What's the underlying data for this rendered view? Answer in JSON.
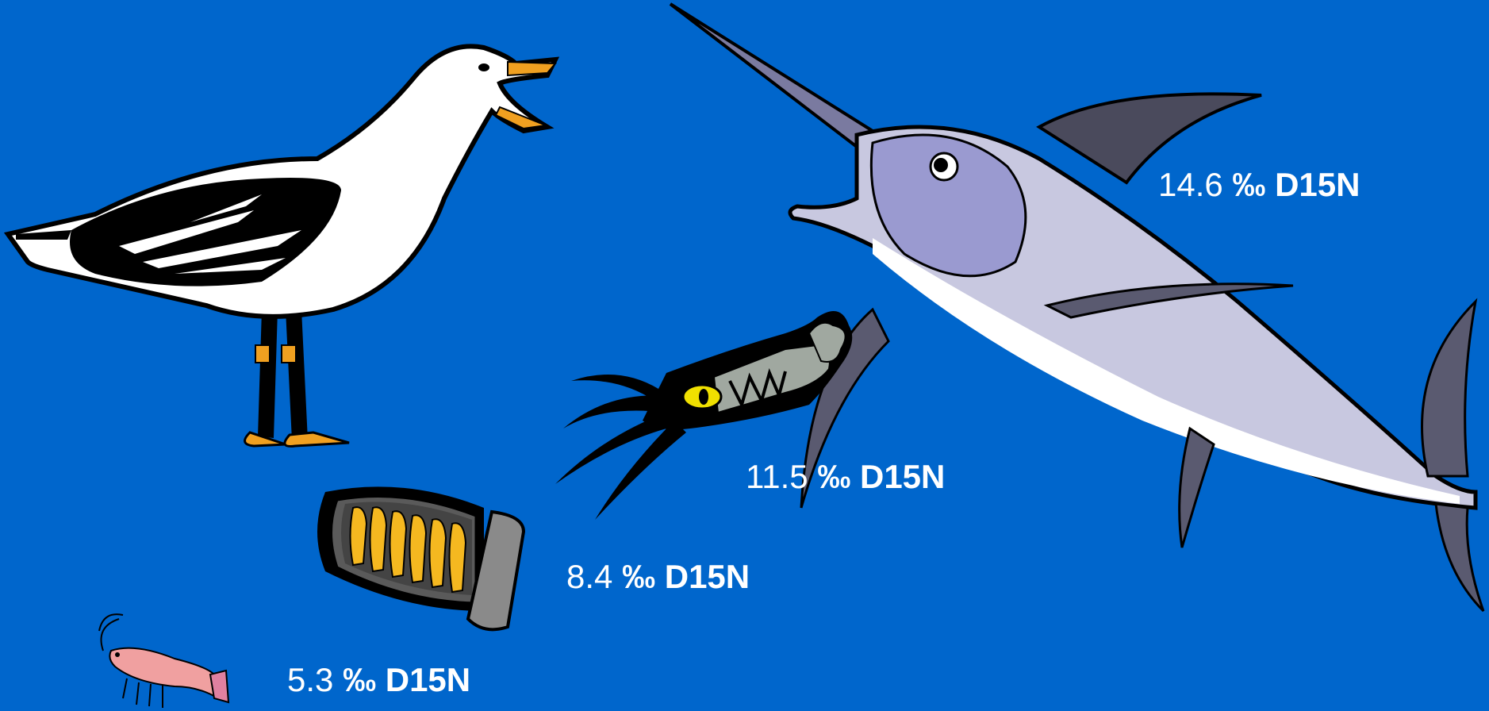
{
  "labels": [
    {
      "id": "shrimp",
      "value": "5.3",
      "unit": "‰ D15N"
    },
    {
      "id": "sardines",
      "value": "8.4",
      "unit": "‰ D15N"
    },
    {
      "id": "squid",
      "value": "11.5",
      "unit": "‰ D15N"
    },
    {
      "id": "marlin",
      "value": "14.6",
      "unit": "‰ D15N"
    }
  ],
  "colors": {
    "background": "#0066cc",
    "text": "#ffffff"
  }
}
